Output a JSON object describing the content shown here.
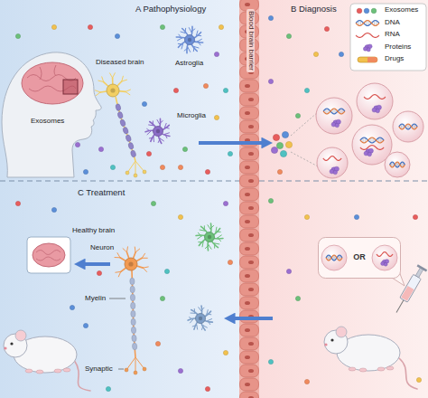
{
  "diagram": {
    "nodes": [
      {
        "text": [
          "OR"
        ]
      }
    ],
    "labels": [
      "A Pathophysiology",
      "Diseased brain",
      "Astroglia",
      "Exosomes",
      "Microglia",
      "Blood brain barrier",
      "B Diagnosis",
      "C Treatment",
      "Healthy brain",
      "Neuron",
      "Myelin",
      "Synaptic"
    ],
    "legend": [
      {
        "text": "Exosomes"
      },
      {
        "text": "DNA"
      },
      {
        "text": "RNA"
      },
      {
        "text": "Proteins"
      },
      {
        "text": "Drugs"
      }
    ]
  }
}
